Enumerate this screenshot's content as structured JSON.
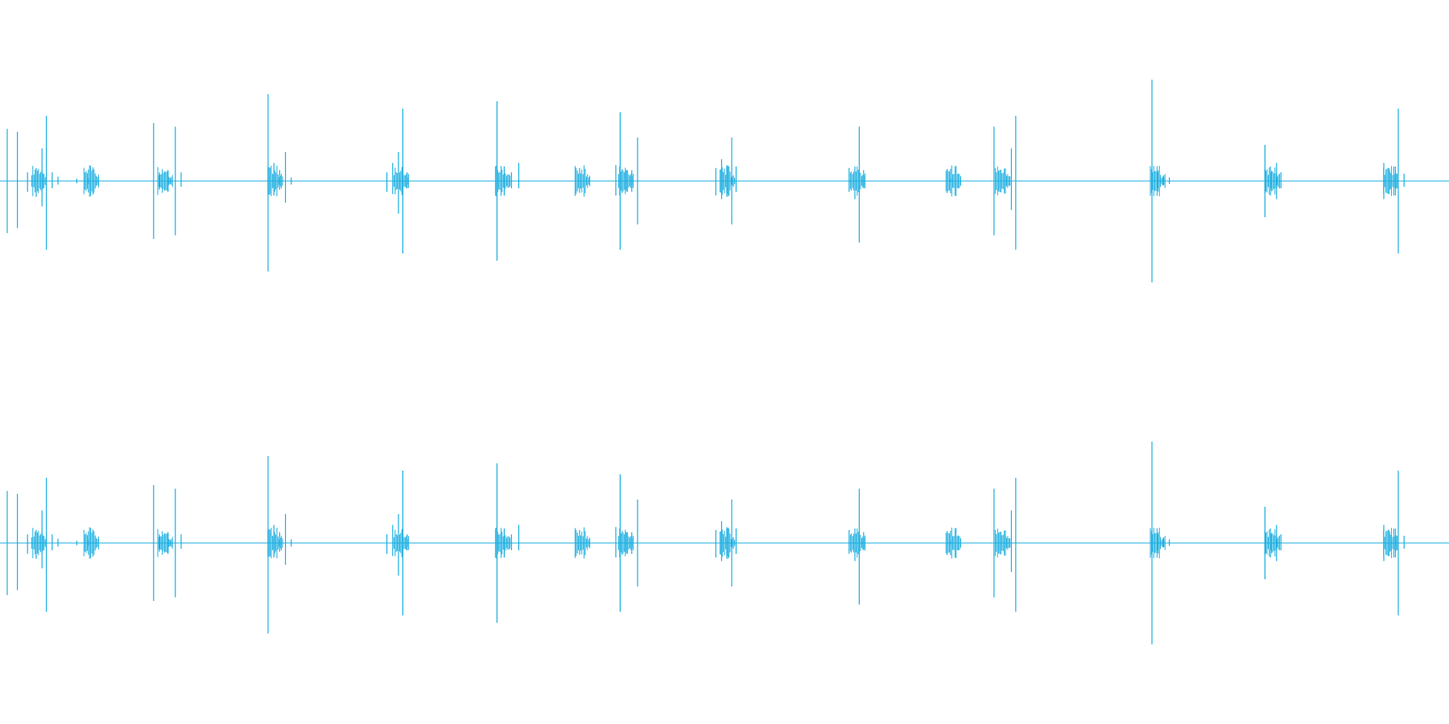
{
  "chart_data": {
    "type": "waveform",
    "channels": 2,
    "x_domain": [
      0,
      1
    ],
    "amplitude_range": [
      -1,
      1
    ],
    "grid": false,
    "legend": "none",
    "color": "#1aaee0",
    "transients": [
      {
        "t": 0.025,
        "lines": [
          [
            -0.02,
            0.72,
            -0.72
          ],
          [
            -0.013,
            0.68,
            -0.65
          ],
          [
            -0.006,
            0.12,
            -0.15
          ],
          [
            0,
            0.18,
            -0.22
          ],
          [
            0.004,
            0.45,
            -0.35
          ],
          [
            0.007,
            0.9,
            -0.95
          ],
          [
            0.011,
            0.12,
            -0.1
          ],
          [
            0.015,
            0.06,
            -0.05
          ]
        ]
      },
      {
        "t": 0.061,
        "lines": [
          [
            -0.008,
            0.03,
            -0.03
          ],
          [
            0,
            0.04,
            -0.04
          ]
        ]
      },
      {
        "t": 0.112,
        "lines": [
          [
            -0.006,
            0.8,
            -0.8
          ],
          [
            -0.002,
            0.12,
            -0.12
          ],
          [
            0.004,
            0.14,
            -0.14
          ],
          [
            0.009,
            0.75,
            -0.75
          ],
          [
            0.013,
            0.12,
            -0.08
          ]
        ]
      },
      {
        "t": 0.188,
        "lines": [
          [
            -0.003,
            1.2,
            -1.25
          ],
          [
            0.001,
            0.25,
            -0.2
          ],
          [
            0.005,
            0.15,
            -0.12
          ],
          [
            0.009,
            0.4,
            -0.3
          ],
          [
            0.013,
            0.05,
            -0.05
          ]
        ]
      },
      {
        "t": 0.275,
        "lines": [
          [
            -0.008,
            0.12,
            -0.15
          ],
          [
            -0.004,
            0.25,
            -0.18
          ],
          [
            0,
            0.4,
            -0.45
          ],
          [
            0.003,
            1.0,
            -1.0
          ],
          [
            0.006,
            0.12,
            -0.1
          ]
        ]
      },
      {
        "t": 0.345,
        "lines": [
          [
            -0.002,
            1.1,
            -1.1
          ],
          [
            0.003,
            0.2,
            -0.2
          ],
          [
            0.008,
            0.12,
            -0.1
          ],
          [
            0.013,
            0.25,
            -0.1
          ]
        ]
      },
      {
        "t": 0.4,
        "lines": [
          [
            0,
            0.18,
            -0.15
          ]
        ]
      },
      {
        "t": 0.43,
        "lines": [
          [
            -0.005,
            0.22,
            -0.2
          ],
          [
            -0.002,
            0.95,
            -0.95
          ],
          [
            0.002,
            0.15,
            -0.12
          ],
          [
            0.006,
            0.15,
            -0.15
          ],
          [
            0.01,
            0.6,
            -0.6
          ]
        ]
      },
      {
        "t": 0.5,
        "lines": [
          [
            -0.006,
            0.18,
            -0.2
          ],
          [
            -0.002,
            0.3,
            -0.25
          ],
          [
            0.002,
            0.2,
            -0.18
          ],
          [
            0.005,
            0.6,
            -0.6
          ],
          [
            0.008,
            0.2,
            -0.15
          ]
        ]
      },
      {
        "t": 0.59,
        "lines": [
          [
            -0.004,
            0.18,
            -0.15
          ],
          [
            0,
            0.2,
            -0.25
          ],
          [
            0.003,
            0.75,
            -0.85
          ],
          [
            0.006,
            0.15,
            -0.1
          ]
        ]
      },
      {
        "t": 0.656,
        "lines": [
          [
            0,
            0.03,
            -0.02
          ]
        ]
      },
      {
        "t": 0.69,
        "lines": [
          [
            -0.004,
            0.75,
            -0.75
          ],
          [
            0,
            0.12,
            -0.1
          ],
          [
            0.004,
            0.1,
            -0.08
          ],
          [
            0.008,
            0.45,
            -0.4
          ],
          [
            0.011,
            0.9,
            -0.95
          ]
        ]
      },
      {
        "t": 0.797,
        "lines": [
          [
            -0.002,
            1.4,
            -1.4
          ],
          [
            0.002,
            0.12,
            -0.1
          ],
          [
            0.006,
            0.08,
            -0.06
          ],
          [
            0.01,
            0.05,
            -0.04
          ]
        ]
      },
      {
        "t": 0.876,
        "lines": [
          [
            -0.003,
            0.5,
            -0.5
          ],
          [
            0.001,
            0.12,
            -0.1
          ],
          [
            0.005,
            0.25,
            -0.25
          ],
          [
            0.008,
            0.12,
            -0.1
          ]
        ]
      },
      {
        "t": 0.958,
        "lines": [
          [
            -0.003,
            0.25,
            -0.25
          ],
          [
            0.001,
            0.15,
            -0.12
          ],
          [
            0.005,
            0.2,
            -0.2
          ],
          [
            0.007,
            1.0,
            -1.0
          ],
          [
            0.011,
            0.1,
            -0.08
          ]
        ]
      }
    ]
  }
}
